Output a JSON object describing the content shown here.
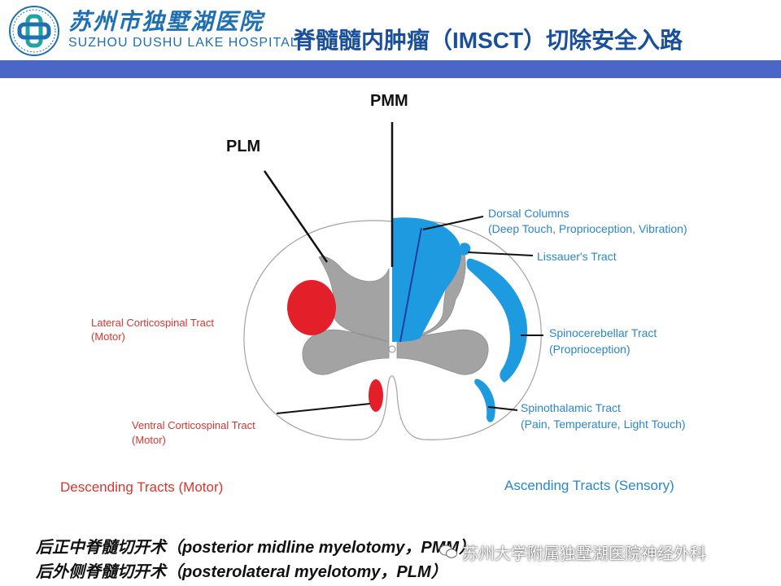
{
  "header": {
    "hospital_name_cn": "苏州市独墅湖医院",
    "hospital_name_en": "SUZHOU DUSHU LAKE HOSPITAL",
    "title": "脊髓髓内肿瘤（IMSCT）切除安全入路"
  },
  "diagram": {
    "approach_labels": {
      "pmm": "PMM",
      "plm": "PLM"
    },
    "left_labels": {
      "lateral_cst_line1": "Lateral Corticospinal Tract",
      "lateral_cst_line2": "(Motor)",
      "ventral_cst_line1": "Ventral Corticospinal Tract",
      "ventral_cst_line2": "(Motor)"
    },
    "right_labels": {
      "dorsal_line1": "Dorsal Columns",
      "dorsal_line2": "(Deep Touch, Proprioception, Vibration)",
      "lissauer": "Lissauer's Tract",
      "spinocerebellar_line1": "Spinocerebellar Tract",
      "spinocerebellar_line2": "(Proprioception)",
      "spinothalamic_line1": "Spinothalamic Tract",
      "spinothalamic_line2": "(Pain, Temperature, Light Touch)"
    },
    "legend": {
      "descending": "Descending Tracts (Motor)",
      "ascending": "Ascending Tracts (Sensory)"
    },
    "colors": {
      "motor": "#e3202a",
      "sensory": "#1e9be0",
      "gray_matter": "#a3a3a3",
      "motor_text": "#d9352f",
      "sensory_text": "#2b86c8"
    }
  },
  "captions": {
    "line1": "后正中脊髓切开术（posterior midline myelotomy，PMM）",
    "line2": "后外侧脊髓切开术（posterolateral myelotomy，PLM）"
  },
  "watermark": {
    "icon": "wechat-icon",
    "text": "苏州大学附属独墅湖医院神经外科"
  }
}
